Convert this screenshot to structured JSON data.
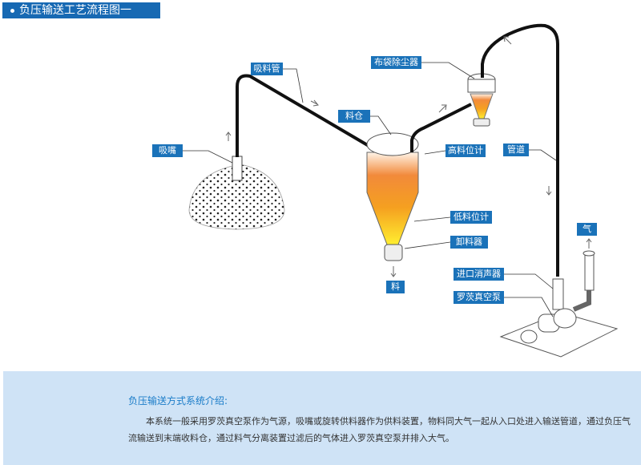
{
  "header": {
    "title": "负压输送工艺流程图一"
  },
  "diagram": {
    "labels": {
      "suction_pipe": "吸料管",
      "nozzle": "吸嘴",
      "silo": "料仓",
      "bag_filter": "布袋除尘器",
      "high_level": "高料位计",
      "pipeline": "管道",
      "low_level": "低料位计",
      "discharger": "卸料器",
      "material": "料",
      "air": "气",
      "inlet_silencer": "进口消声器",
      "roots_pump": "罗茨真空泵"
    }
  },
  "intro": {
    "title": "负压输送方式系统介绍:",
    "body": "本系统一般采用罗茨真空泵作为气源，吸嘴或旋转供料器作为供料装置，物料同大气一起从入口处进入输送管道，通过负压气流输送到末端收料仓，通过料气分离装置过滤后的气体进入罗茨真空泵并排入大气。"
  }
}
